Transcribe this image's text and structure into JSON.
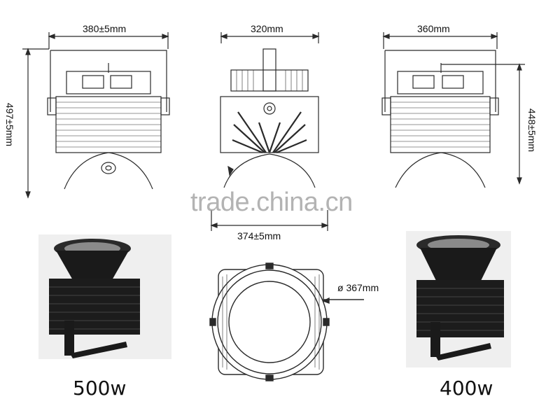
{
  "dimensions": {
    "width_380": "380±5mm",
    "height_497": "497±5mm",
    "width_320": "320mm",
    "width_360": "360mm",
    "height_448": "448±5mm",
    "width_374": "374±5mm",
    "diameter_367": "ø 367mm"
  },
  "watermark": "trade.china.cn",
  "products": {
    "left_label": "500w",
    "right_label": "400w"
  },
  "colors": {
    "line": "#2a2a2a",
    "fixture_body": "#1a1a1a",
    "photo_bg": "#efefef"
  }
}
